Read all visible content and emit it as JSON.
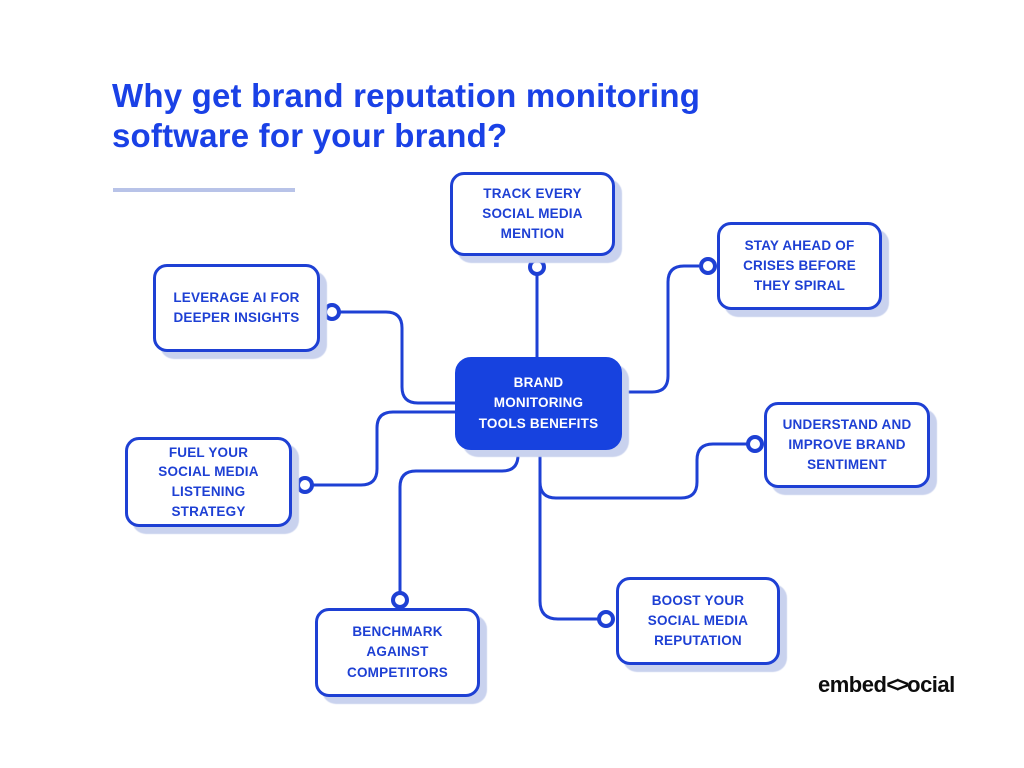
{
  "colors": {
    "bg": "#ffffff",
    "accent": "#1742df",
    "line": "#1e40d4",
    "node-text": "#1e40d4",
    "title": "#1a41e6",
    "shadow": "#c9d2ee",
    "underline": "#b8c3e8",
    "logo": "#0d0d0d",
    "center-text": "#ffffff"
  },
  "title": "Why get brand reputation monitoring\nsoftware for your brand?",
  "center": {
    "label": "BRAND\nMONITORING\nTOOLS BENEFITS"
  },
  "nodes": {
    "track": {
      "label": "TRACK EVERY\nSOCIAL MEDIA\nMENTION"
    },
    "stay": {
      "label": "STAY AHEAD OF\nCRISES BEFORE\nTHEY SPIRAL"
    },
    "leverage": {
      "label": "LEVERAGE AI FOR\nDEEPER INSIGHTS"
    },
    "fuel": {
      "label": "FUEL YOUR\nSOCIAL MEDIA\nLISTENING\nSTRATEGY"
    },
    "understand": {
      "label": "UNDERSTAND AND\nIMPROVE BRAND\nSENTIMENT"
    },
    "boost": {
      "label": "BOOST YOUR\nSOCIAL MEDIA\nREPUTATION"
    },
    "benchmark": {
      "label": "BENCHMARK\nAGAINST\nCOMPETITORS"
    }
  },
  "logo": {
    "prefix": "embed",
    "mark": "<>",
    "suffix": "ocial"
  }
}
